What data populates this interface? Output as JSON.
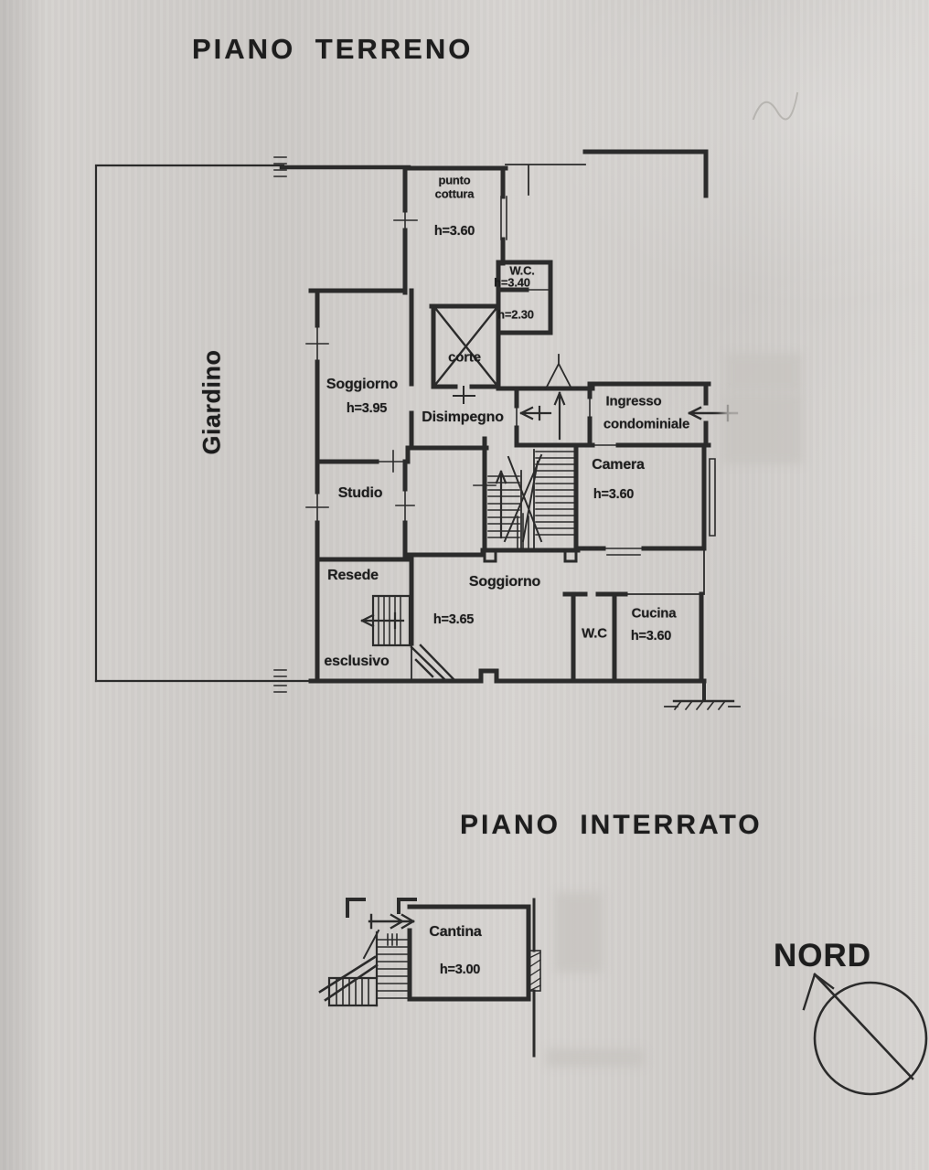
{
  "page": {
    "background": "#d5d2cf",
    "ink": "#1d1d1d"
  },
  "ground_floor": {
    "title": "PIANO TERRENO",
    "garden": {
      "label": "Giardino"
    },
    "rooms": {
      "punto_cottura": {
        "line1": "punto",
        "line2": "cottura",
        "height": "h=3.60"
      },
      "wc_nord": {
        "label": "W.C.",
        "height": "h=3.40"
      },
      "sottoscala": {
        "height": "h=2.30"
      },
      "corte": {
        "label": "corte"
      },
      "soggiorno_ovest": {
        "label": "Soggiorno",
        "height": "h=3.95"
      },
      "disimpegno": {
        "label": "Disimpegno"
      },
      "ingresso_condominiale": {
        "line1": "Ingresso",
        "line2": "condominiale"
      },
      "camera": {
        "label": "Camera",
        "height": "h=3.60"
      },
      "studio": {
        "label": "Studio"
      },
      "resede": {
        "line1": "Resede",
        "line2": "esclusivo"
      },
      "soggiorno_centro": {
        "label": "Soggiorno",
        "height": "h=3.65"
      },
      "wc_sud": {
        "label": "W.C"
      },
      "cucina": {
        "label": "Cucina",
        "height": "h=3.60"
      }
    }
  },
  "basement": {
    "title": "PIANO INTERRATO",
    "rooms": {
      "cantina": {
        "label": "Cantina",
        "height": "h=3.00"
      }
    }
  },
  "compass": {
    "label": "NORD"
  }
}
